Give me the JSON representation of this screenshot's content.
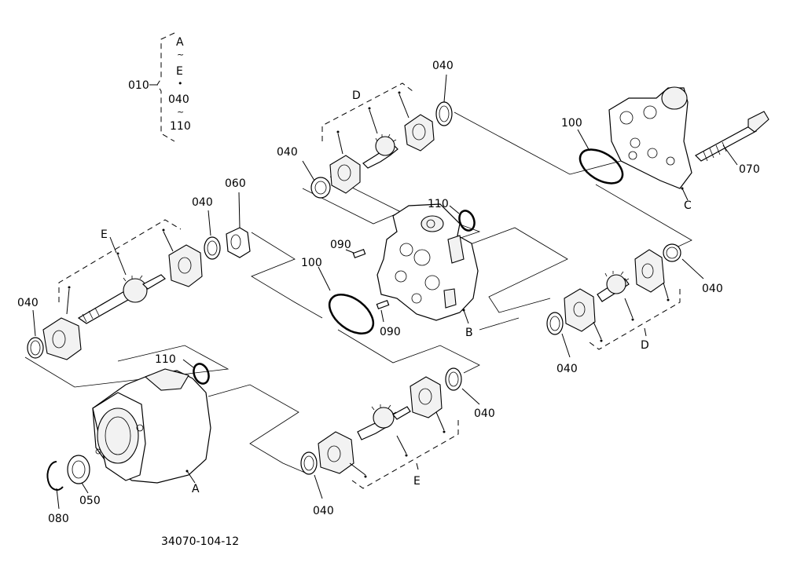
{
  "diagram": {
    "bracket_group": {
      "code": "010",
      "lines": [
        "A",
        "~",
        "E",
        "•",
        "040",
        "~",
        "110"
      ]
    },
    "callouts": {
      "c040_top": "040",
      "c040_d_left": "040",
      "c040_e_left_top": "040",
      "c040_e_far_left": "040",
      "c040_d_right": "040",
      "c040_d_bottom": "040",
      "c040_e_bottom_right": "040",
      "c040_e_bottom": "040",
      "c060": "060",
      "c100_top": "100",
      "c100_mid": "100",
      "c070": "070",
      "c090_top": "090",
      "c090_bottom": "090",
      "c110_top": "110",
      "c110_left": "110",
      "c050": "050",
      "c080": "080"
    },
    "group_letters": {
      "d_top": "D",
      "e_left": "E",
      "c": "C",
      "b": "B",
      "a": "A",
      "d_right": "D",
      "e_bottom": "E"
    },
    "figure_number": "34070-104-12"
  }
}
